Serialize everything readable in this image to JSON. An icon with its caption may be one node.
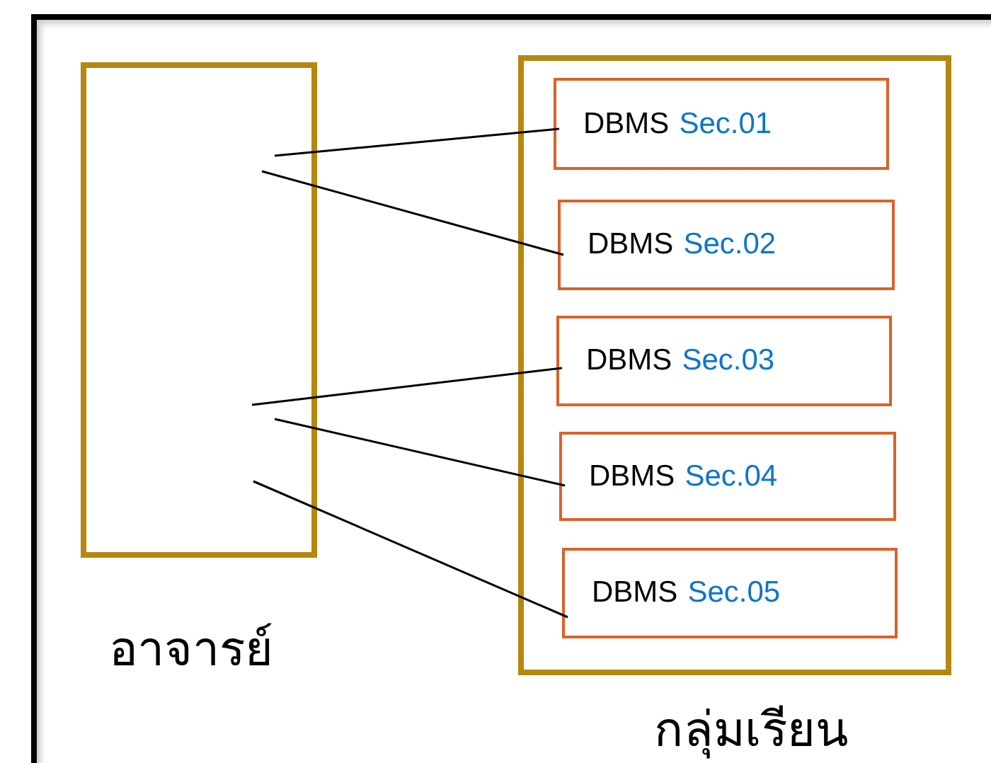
{
  "diagram": {
    "nodes": [
      {
        "text": [
          "อาจารย์"
        ]
      },
      {
        "text": [
          "กลุ่มเรียน"
        ]
      },
      {
        "text": [
          "DBMS",
          "Sec.01"
        ],
        "in": 1
      },
      {
        "text": [
          "DBMS",
          "Sec.02"
        ],
        "in": 1
      },
      {
        "text": [
          "DBMS",
          "Sec.03"
        ],
        "in": 1
      },
      {
        "text": [
          "DBMS",
          "Sec.04"
        ],
        "in": 1
      },
      {
        "text": [
          "DBMS",
          "Sec.05"
        ],
        "in": 1
      }
    ],
    "edges": [
      {
        "from": 0,
        "to": 2,
        "arrow": "none"
      },
      {
        "from": 0,
        "to": 3,
        "arrow": "none"
      },
      {
        "from": 0,
        "to": 4,
        "arrow": "none"
      },
      {
        "from": 0,
        "to": 5,
        "arrow": "none"
      },
      {
        "from": 0,
        "to": 6,
        "arrow": "none"
      }
    ]
  }
}
